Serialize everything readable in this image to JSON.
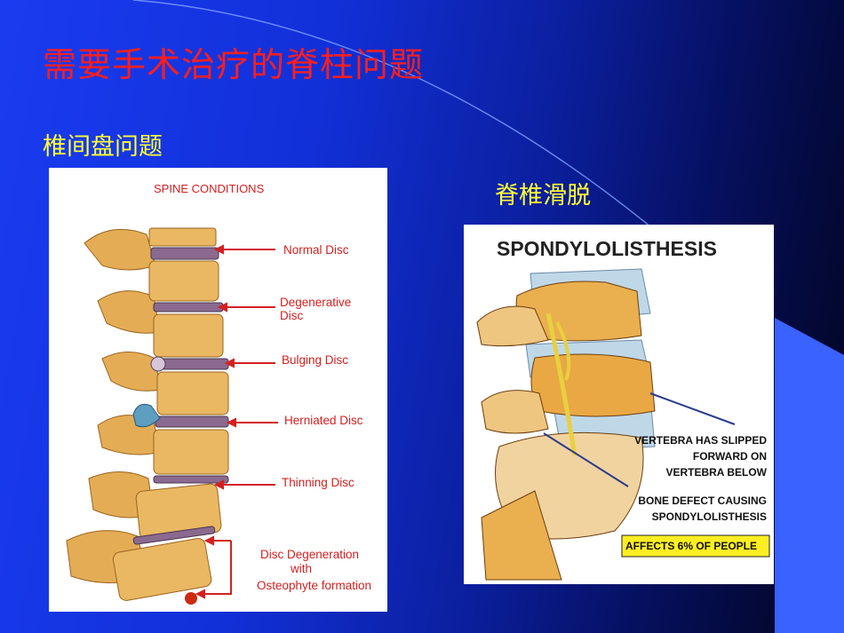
{
  "slide": {
    "title": "需要手术治疗的脊柱问题",
    "left_heading": "椎间盘问题",
    "right_heading": "脊椎滑脱"
  },
  "spine_figure": {
    "title": "SPINE CONDITIONS",
    "labels": [
      "Normal Disc",
      "Degenerative",
      "Disc",
      "Bulging Disc",
      "Herniated Disc",
      "Thinning Disc",
      "Disc Degeneration",
      "with",
      "Osteophyte formation"
    ]
  },
  "spondy_figure": {
    "title": "SPONDYLOLISTHESIS",
    "caption_1": [
      "VERTEBRA HAS SLIPPED",
      "FORWARD ON",
      "VERTEBRA BELOW"
    ],
    "caption_2": [
      "BONE DEFECT CAUSING",
      "SPONDYLOLISTHESIS"
    ],
    "badge": "AFFECTS 6% OF PEOPLE"
  },
  "colors": {
    "title": "#ff1e1e",
    "heading": "#ffff33",
    "arrow": "#d42020",
    "bone": "#e9b45c",
    "badge_bg": "#ffee22"
  }
}
